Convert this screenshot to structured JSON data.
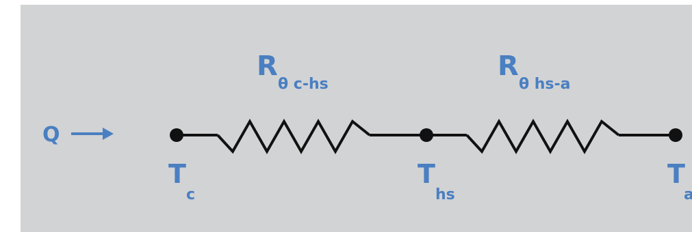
{
  "colors": {
    "background": "#d2d3d5",
    "label": "#4a7fc1",
    "wire": "#111111",
    "node": "#111111"
  },
  "heat_flow": {
    "label": "Q",
    "arrow_icon": "right-arrow-icon"
  },
  "resistors": [
    {
      "symbol": "R",
      "subscript": "θ c-hs"
    },
    {
      "symbol": "R",
      "subscript": "θ hs-a"
    }
  ],
  "nodes": [
    {
      "symbol": "T",
      "subscript": "c"
    },
    {
      "symbol": "T",
      "subscript": "hs"
    },
    {
      "symbol": "T",
      "subscript": "a"
    }
  ]
}
